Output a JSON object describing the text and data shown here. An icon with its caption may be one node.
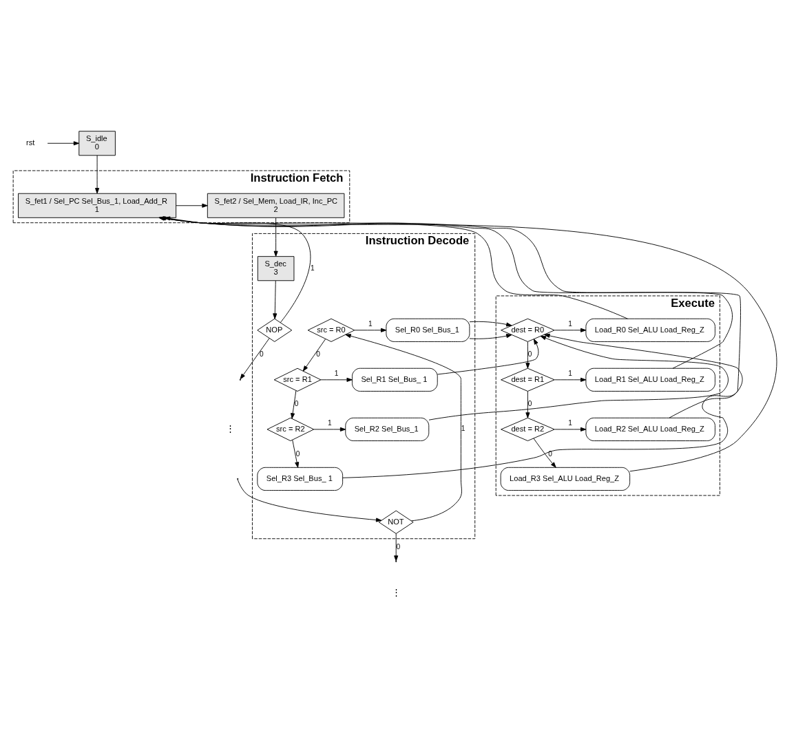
{
  "diagram": {
    "nodes": [
      {
        "text": [
          "S_idle",
          "0"
        ]
      },
      {
        "text": [
          "rst"
        ]
      },
      {
        "text": [
          "Instruction Fetch"
        ]
      },
      {
        "text": [
          "S_fet1 / Sel_PC Sel_Bus_1, Load_Add_R",
          "1"
        ],
        "in": 2
      },
      {
        "text": [
          "S_fet2 / Sel_Mem, Load_IR, Inc_PC",
          "2"
        ],
        "in": 2
      },
      {
        "text": [
          "Instruction Decode"
        ]
      },
      {
        "text": [
          "Execute"
        ]
      },
      {
        "text": [
          "S_dec",
          "3"
        ],
        "in": 5
      },
      {
        "text": [
          "NOP"
        ],
        "in": 5
      },
      {
        "text": [
          "src = R0"
        ],
        "in": 5
      },
      {
        "text": [
          "Sel_R0 Sel_Bus_1"
        ],
        "in": 5
      },
      {
        "text": [
          "dest = R0"
        ],
        "in": 6
      },
      {
        "text": [
          "Load_R0 Sel_ALU Load_Reg_Z"
        ],
        "in": 6
      },
      {
        "text": [
          "src = R1"
        ],
        "in": 5
      },
      {
        "text": [
          "Sel_R1 Sel_Bus_ 1"
        ],
        "in": 5
      },
      {
        "text": [
          "dest = R1"
        ],
        "in": 6
      },
      {
        "text": [
          "Load_R1 Sel_ALU Load_Reg_Z"
        ],
        "in": 6
      },
      {
        "text": [
          "NOT"
        ],
        "in": 5
      },
      {
        "text": [
          "src = R2"
        ],
        "in": 5
      },
      {
        "text": [
          "Sel_R2 Sel_Bus_1"
        ],
        "in": 5
      },
      {
        "text": [
          "dest = R2"
        ],
        "in": 6
      },
      {
        "text": [
          "Load_R2 Sel_ALU Load_Reg_Z"
        ],
        "in": 6
      },
      {
        "text": [
          "Sel_R3 Sel_Bus_ 1"
        ],
        "in": 5
      },
      {
        "text": [
          "Load_R3 Sel_ALU Load_Reg_Z"
        ],
        "in": 6
      }
    ],
    "edges": [
      {
        "from": 1,
        "to": 0,
        "arrow": "to"
      },
      {
        "from": 0,
        "to": 3,
        "arrow": "to"
      },
      {
        "from": 3,
        "to": 4,
        "arrow": "to"
      },
      {
        "from": 4,
        "to": 7,
        "arrow": "to"
      },
      {
        "from": 7,
        "to": 8,
        "arrow": "to"
      },
      {
        "from": 8,
        "to": 3,
        "arrow": "to",
        "label": "1"
      },
      {
        "from": 8,
        "to": null,
        "arrow": "to",
        "label": "0"
      },
      {
        "from": null,
        "to": 17,
        "arrow": "to"
      },
      {
        "from": 17,
        "to": 9,
        "arrow": "to",
        "label": "1"
      },
      {
        "from": 17,
        "to": null,
        "arrow": "to",
        "label": "0"
      },
      {
        "from": 9,
        "to": 10,
        "arrow": "to",
        "label": "1"
      },
      {
        "from": 9,
        "to": 13,
        "arrow": "to",
        "label": "0"
      },
      {
        "from": 13,
        "to": 14,
        "arrow": "to",
        "label": "1"
      },
      {
        "from": 13,
        "to": 18,
        "arrow": "to",
        "label": "0"
      },
      {
        "from": 18,
        "to": 19,
        "arrow": "to",
        "label": "1"
      },
      {
        "from": 18,
        "to": 22,
        "arrow": "to",
        "label": "0"
      },
      {
        "from": 10,
        "to": 11,
        "arrow": "to"
      },
      {
        "from": 14,
        "to": 11,
        "arrow": "to"
      },
      {
        "from": 19,
        "to": 11,
        "arrow": "to"
      },
      {
        "from": 22,
        "to": 11,
        "arrow": "to"
      },
      {
        "from": 11,
        "to": 12,
        "arrow": "to",
        "label": "1"
      },
      {
        "from": 11,
        "to": 15,
        "arrow": "to",
        "label": "0"
      },
      {
        "from": 15,
        "to": 16,
        "arrow": "to",
        "label": "1"
      },
      {
        "from": 15,
        "to": 20,
        "arrow": "to",
        "label": "0"
      },
      {
        "from": 20,
        "to": 21,
        "arrow": "to",
        "label": "1"
      },
      {
        "from": 20,
        "to": 23,
        "arrow": "to",
        "label": "0"
      },
      {
        "from": 12,
        "to": 3,
        "arrow": "to"
      },
      {
        "from": 16,
        "to": 3,
        "arrow": "to"
      },
      {
        "from": 21,
        "to": 3,
        "arrow": "to"
      },
      {
        "from": 23,
        "to": 3,
        "arrow": "to"
      }
    ],
    "labels": [
      "⋮",
      "⋮"
    ]
  }
}
